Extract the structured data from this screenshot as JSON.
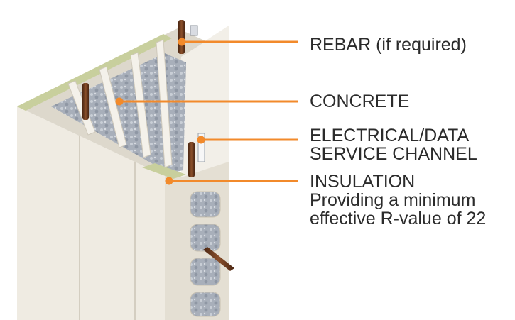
{
  "colors": {
    "leader": "#f28a2b",
    "panel": "#ece7dc",
    "concrete": "#a4abb6",
    "insulation": "#c7cf9f",
    "rebar": "#6b3a1e"
  },
  "callouts": [
    {
      "id": "rebar",
      "lines": [
        "REBAR (if required)"
      ]
    },
    {
      "id": "concrete",
      "lines": [
        "CONCRETE"
      ]
    },
    {
      "id": "channel",
      "lines": [
        "ELECTRICAL/DATA",
        "SERVICE CHANNEL"
      ]
    },
    {
      "id": "insulation",
      "lines": [
        "INSULATION",
        "Providing a minimum",
        "effective R-value of 22"
      ]
    }
  ]
}
